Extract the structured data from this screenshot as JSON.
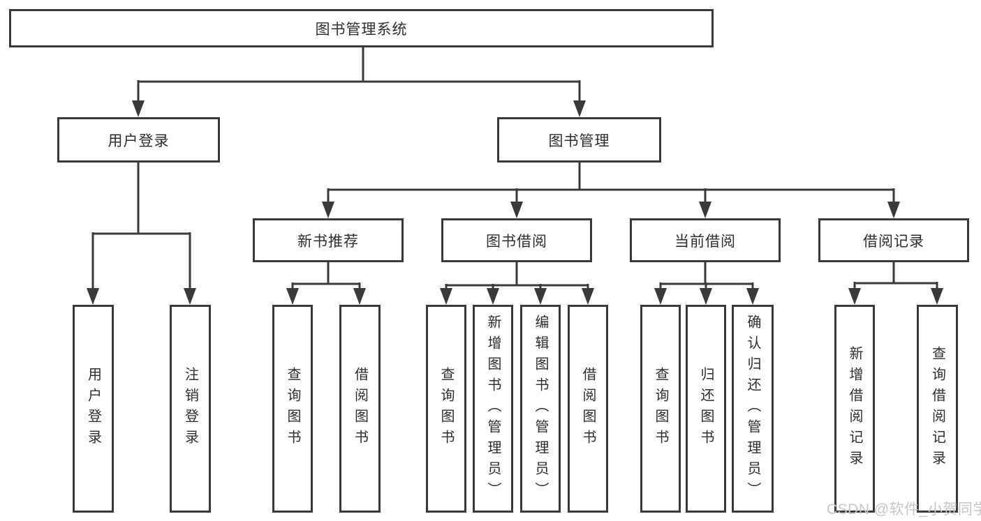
{
  "tree": {
    "root": {
      "label": "图书管理系统",
      "children": [
        {
          "label": "用户登录",
          "children": [
            {
              "label": "用户登录"
            },
            {
              "label": "注销登录"
            }
          ]
        },
        {
          "label": "图书管理",
          "children": [
            {
              "label": "新书推荐",
              "children": [
                {
                  "label": "查询图书"
                },
                {
                  "label": "借阅图书"
                }
              ]
            },
            {
              "label": "图书借阅",
              "children": [
                {
                  "label": "查询图书"
                },
                {
                  "label": "新增图书（管理员）"
                },
                {
                  "label": "编辑图书（管理员）"
                },
                {
                  "label": "借阅图书"
                }
              ]
            },
            {
              "label": "当前借阅",
              "children": [
                {
                  "label": "查询图书"
                },
                {
                  "label": "归还图书"
                },
                {
                  "label": "确认归还（管理员）"
                }
              ]
            },
            {
              "label": "借阅记录",
              "children": [
                {
                  "label": "新增借阅记录"
                },
                {
                  "label": "查询借阅记录"
                }
              ]
            }
          ]
        }
      ]
    }
  },
  "watermark": {
    "text": "CSDN @软件_小贺同学"
  },
  "colors": {
    "line": "#3a3a3a",
    "text": "#2e2e2e",
    "background": "#ffffff",
    "watermark": "#c7c7c7"
  }
}
